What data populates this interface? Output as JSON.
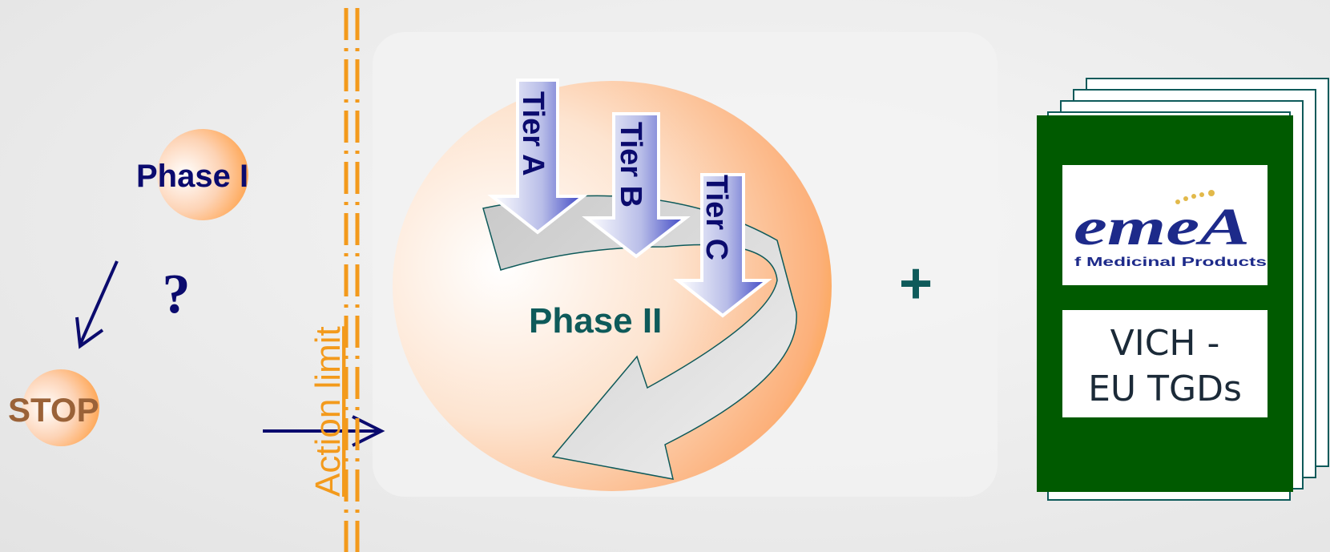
{
  "phase1": {
    "label": "Phase I",
    "question": "?",
    "stop_label": "STOP"
  },
  "action_limit": {
    "label": "Action limit"
  },
  "phase2": {
    "label": "Phase II",
    "tiers": [
      "Tier A",
      "Tier B",
      "Tier C"
    ]
  },
  "plus": "+",
  "guidance": {
    "logo_text": "emeA",
    "logo_subtext": "f Medicinal Products",
    "doc_text_line1": "VICH -",
    "doc_text_line2": "EU TGDs"
  },
  "colors": {
    "navy": "#0b0b6e",
    "teal": "#0e5a5a",
    "orange": "#ff8c00",
    "stop_brown": "#9a6238",
    "doc_green": "#005a00",
    "tier_blue": "#3b44c4"
  },
  "icons": [
    "down-left-arrow-icon",
    "right-arrow-icon",
    "curved-cycle-arrow-icon",
    "document-stack-icon",
    "emea-logo"
  ]
}
